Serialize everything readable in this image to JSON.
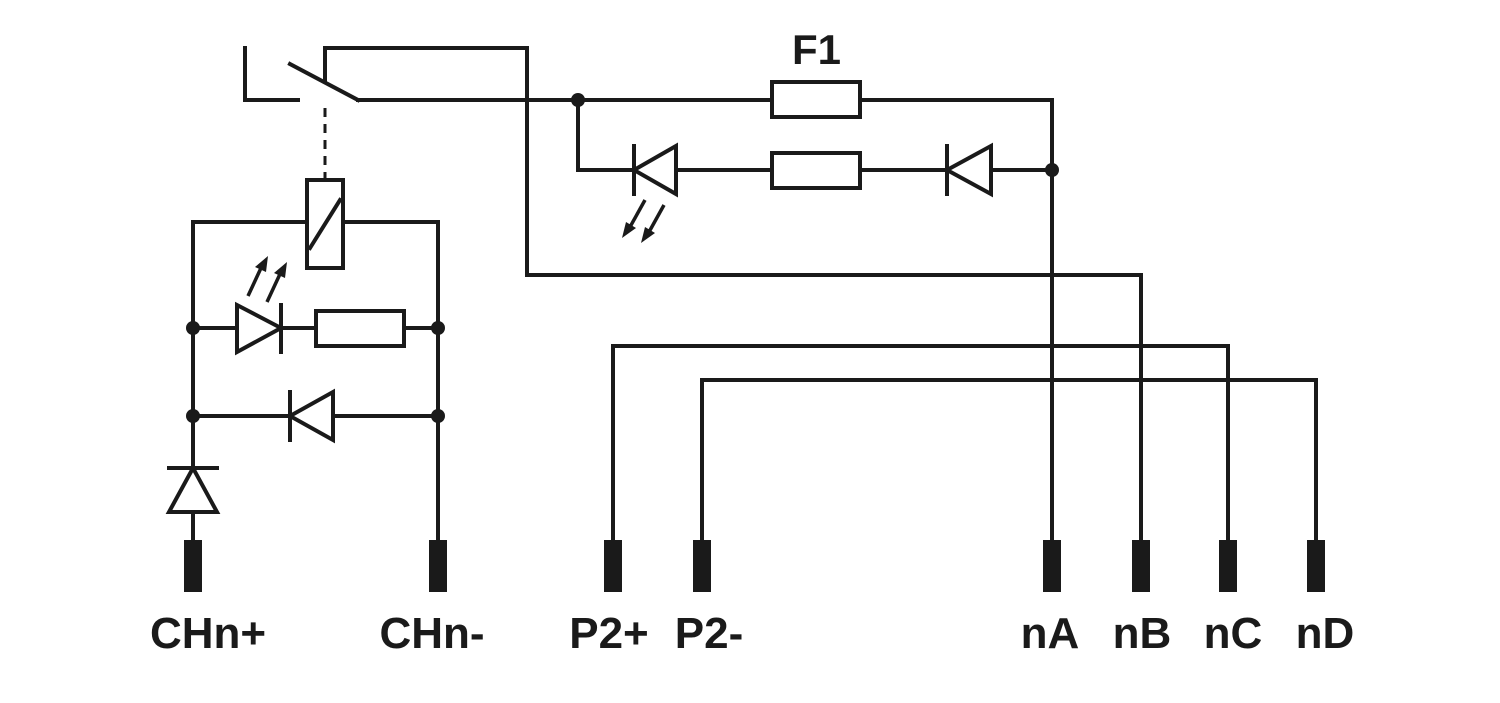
{
  "fuse_label": "F1",
  "terminals": {
    "chn_plus": "CHn+",
    "chn_minus": "CHn-",
    "p2_plus": "P2+",
    "p2_minus": "P2-",
    "na": "nA",
    "nb": "nB",
    "nc": "nC",
    "nd": "nD"
  },
  "colors": {
    "line": "#1a1a1a",
    "background": "#ffffff"
  }
}
